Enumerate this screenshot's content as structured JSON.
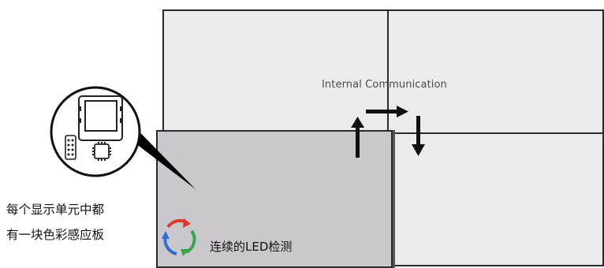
{
  "diagram": {
    "internal_label": "Internal Communication",
    "caption_line1": "每个显示单元中都",
    "caption_line2": "有一块色彩感应板",
    "led_label": "连续的LED检测"
  },
  "colors": {
    "panel_fill": "#ebeaec",
    "front_panel_fill": "#cbc8cd",
    "outline": "#2a2a2a",
    "led_red": "#d93a2b",
    "led_green": "#3aa64a",
    "led_blue": "#2f6fd0"
  },
  "icons": [
    "up-arrow-icon",
    "right-arrow-icon",
    "down-arrow-icon",
    "color-sensor-chip-icon",
    "led-cycle-icon"
  ]
}
